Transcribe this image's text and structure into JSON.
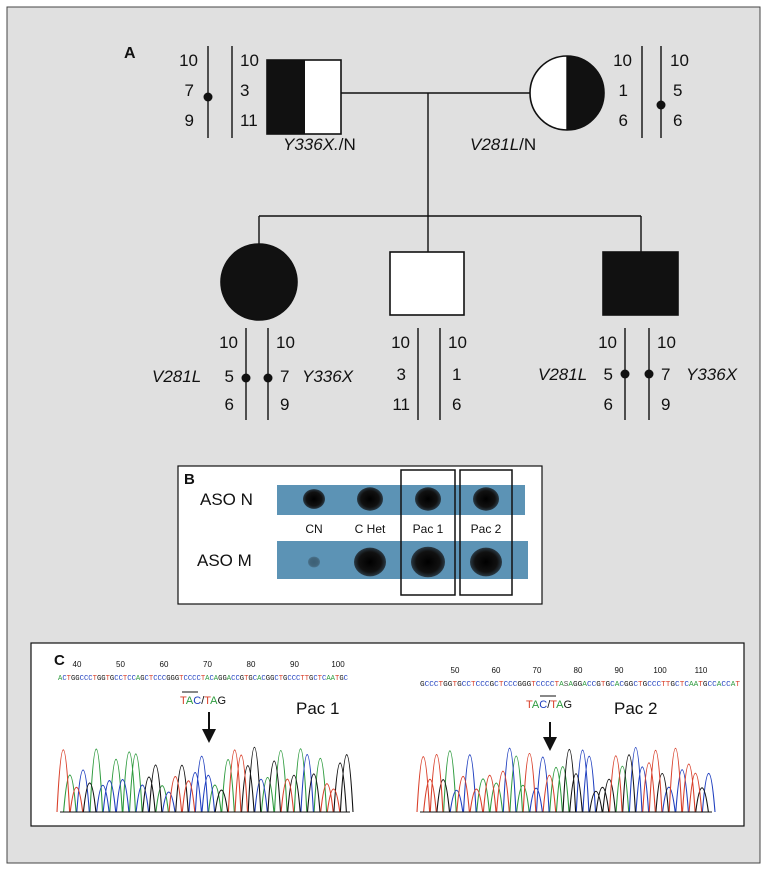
{
  "colors": {
    "panel_bg": "#e0e0e0",
    "affected": "#111111",
    "blot_bg": "#5c93b5",
    "seq_a": "#2e9b3e",
    "seq_c": "#1f3fbf",
    "seq_g": "#111111",
    "seq_t": "#d9402b"
  },
  "panel_a": {
    "label": "A",
    "father": {
      "genotype_left": "Y336X.",
      "genotype_right": "N",
      "haplotype_left": [
        "10",
        "7",
        "9"
      ],
      "haplotype_right": [
        "10",
        "3",
        "11"
      ]
    },
    "mother": {
      "genotype_left": "V281L",
      "genotype_right": "N",
      "haplotype_left": [
        "10",
        "1",
        "6"
      ],
      "haplotype_right": [
        "10",
        "5",
        "6"
      ]
    },
    "child1": {
      "mutation_left": "V281L",
      "mutation_right": "Y336X",
      "haplotype_left": [
        "10",
        "5",
        "6"
      ],
      "haplotype_right": [
        "10",
        "7",
        "9"
      ]
    },
    "child2": {
      "haplotype_left": [
        "10",
        "3",
        "11"
      ],
      "haplotype_right": [
        "10",
        "1",
        "6"
      ]
    },
    "child3": {
      "mutation_left": "V281L",
      "mutation_right": "Y336X",
      "haplotype_left": [
        "10",
        "5",
        "6"
      ],
      "haplotype_right": [
        "10",
        "7",
        "9"
      ]
    }
  },
  "panel_b": {
    "label": "B",
    "row_n": "ASO N",
    "row_m": "ASO M",
    "lanes": [
      "CN",
      "C Het",
      "Pac 1",
      "Pac 2"
    ]
  },
  "panel_c": {
    "label": "C",
    "left": {
      "ticks": [
        "40",
        "50",
        "60",
        "70",
        "80",
        "90",
        "100"
      ],
      "sequence": "ACTGGCCCTGGTGCCTCCAGCTCCCGGGTCCCCTACAGGACCGTGCACGGCTGCCCTTGCTCAATGC",
      "codon_a": "TAC",
      "codon_sep": "/",
      "codon_b": "TAG",
      "name": "Pac 1"
    },
    "right": {
      "ticks": [
        "50",
        "60",
        "70",
        "80",
        "90",
        "100",
        "110"
      ],
      "sequence": "GCCCTGGTGCCTCCCGCTCCCGGGTCCCCTASAGGACCGTGCACGGCTGCCCTTGCTCAATGCCACCAT",
      "codon_a": "TAC",
      "codon_sep": "/",
      "codon_b": "TAG",
      "name": "Pac 2"
    }
  }
}
